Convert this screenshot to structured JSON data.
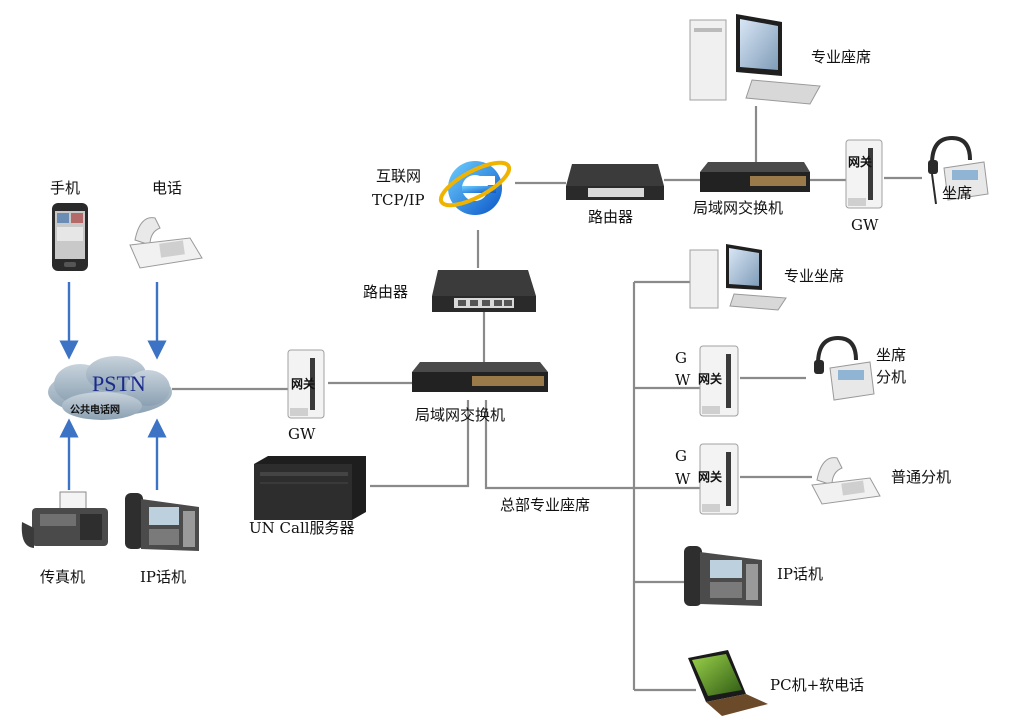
{
  "labels": {
    "mobile": "手机",
    "phone": "电话",
    "fax": "传真机",
    "ip_phone_left": "IP话机",
    "pstn_title": "PSTN",
    "pstn_subtitle": "公共电话网",
    "gw_left": "GW",
    "gw_left_text": "网关",
    "un_call_server": "UN Call服务器",
    "internet_line1": "互联网",
    "internet_line2": "TCP/IP",
    "router_center": "路由器",
    "lan_switch_center": "局域网交换机",
    "hq_seats": "总部专业座席",
    "router_top": "路由器",
    "lan_switch_top": "局域网交换机",
    "pro_seat_top": "专业座席",
    "gw_top": "GW",
    "gw_top_text": "网关",
    "seat_top_headset": "坐席",
    "pro_seat_right": "专业坐席",
    "gw_right1_g": "G",
    "gw_right1_w": "W",
    "gw_right1_text": "网关",
    "seat_ext_line1": "坐席",
    "seat_ext_line2": "分机",
    "gw_right2_g": "G",
    "gw_right2_w": "W",
    "gw_right2_text": "网关",
    "normal_ext": "普通分机",
    "ip_phone_right": "IP话机",
    "pc_softphone": "PC机+软电话"
  },
  "colors": {
    "line": "#8a8a8a",
    "arrow": "#3d73c4",
    "pstn_cloud": "#9fb2c2",
    "pstn_text": "#1a2a8c"
  },
  "icons": [
    "mobile-phone-icon",
    "desk-phone-icon",
    "fax-machine-icon",
    "ip-phone-icon",
    "cloud-icon",
    "gateway-icon",
    "server-icon",
    "internet-explorer-icon",
    "router-icon",
    "network-switch-icon",
    "desktop-computer-icon",
    "headset-phone-icon",
    "laptop-icon"
  ]
}
